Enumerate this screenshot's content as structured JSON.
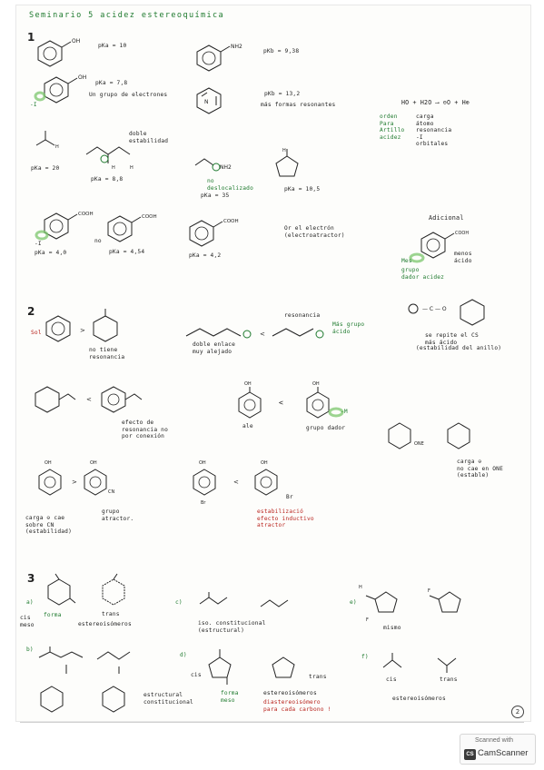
{
  "title": "Seminario 5 acidez estereoquímica",
  "colors": {
    "ink": "#222222",
    "green": "#1e7a2e",
    "red": "#b8221c",
    "highlight": "#7cc76d"
  },
  "section1": {
    "num": "1",
    "pka_phenol": "pKa = 10",
    "pka_aniline": "pKb = 9,38",
    "pka_ewg": "pKa = 7,8",
    "note_ewg": "Un grupo de electrones",
    "pka_pyrrole": "pKb = 13,2",
    "note_pyrrole": "más formas resonantes",
    "eq": "HO + H2O ⟶ ⊖O + H⊕",
    "note_eq_left": "orden\nPara\nArtillo\nacidez",
    "note_eq_right": "carga\nátomo\nresonancia\n-I\norbitales",
    "label_m_i": "-I",
    "dbl_stab": "doble\nestabilidad",
    "pka_alkane": "pKa = 20",
    "pka_dicarbonyl": "pKa = 8,8",
    "no_delocalized": "no\ndeslocalizado",
    "pka_amine": "pKa = 35",
    "pka_lactam": "pKa = 10,5",
    "label_me": "-I",
    "pka_4o": "pKa = 4,0",
    "label_no": "no",
    "pka_454": "pKa = 4,54",
    "pka_42": "pKa = 4,2",
    "note_or": "Or el electrón\n(electroatractor)",
    "note_additional": "Adicional",
    "note_acid": "menos\nácido",
    "note_grupo": "grupo\ndador acidez",
    "mesomeric": "Mes"
  },
  "section2": {
    "num": "2",
    "label_sol": "Sol",
    "no_resonance": "no tiene\nresonancia",
    "double_bond": "doble enlace\nmuy alejado",
    "resonance": "resonancia",
    "more_acid": "Más grupo\nácido",
    "note_repeat": "se repite el CS\nmás ácido",
    "note_stab": "(estabilidad del anillo)",
    "effect_res": "efecto de\nresonancia no\npor conexión",
    "note_ale": "ale",
    "donor_group": "grupo dador",
    "mesom_sign": "-M",
    "carga_label": "carga ⊖\nno cae en ONE\n(estable)",
    "carga_left": "carga ⊖ cae\nsobre CN\n(estabilidad)",
    "attractor": "grupo\natractor.",
    "br_label": "Br",
    "stab_inductive": "estabilizació\nefecto inductivo\natractor"
  },
  "section3": {
    "num": "3",
    "a": "a)",
    "cis_meso": "cis\nmeso",
    "forma": "forma",
    "trans": "trans",
    "stereo_a": "estereoisómeros",
    "c": "c)",
    "iso_const": "iso. constitucional\n(estructural)",
    "e": "e)",
    "meso_e": "mismo",
    "b": "b)",
    "d": "d)",
    "cis_d": "cis",
    "forma_meso": "forma\nmeso",
    "stereo_d": "estereoisómeros",
    "diast": "diastereoisómero\npara cada carbono !",
    "trans_d": "trans",
    "struct": "estructural\nconstitucional",
    "f": "f)",
    "cis_f": "cis",
    "trans_f": "trans",
    "stereo_f": "estereoisómeros"
  },
  "page_number": "2",
  "watermark": {
    "top": "Scanned with",
    "logo": "CS",
    "name": "CamScanner"
  }
}
